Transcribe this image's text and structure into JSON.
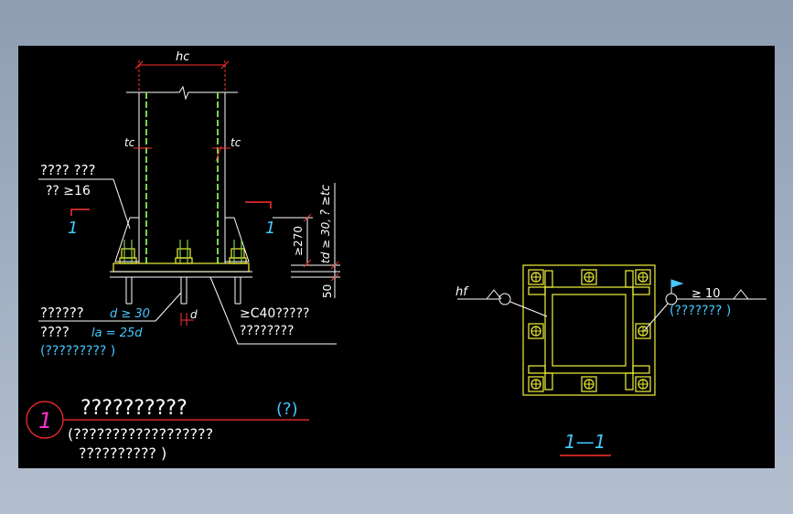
{
  "colors": {
    "background": "#000000",
    "frame": "#8e9db2",
    "white": "#ffffff",
    "cyan": "#46c8ff",
    "green": "#7cd34a",
    "yellow": "#f2f23a",
    "red": "#ff3030",
    "magenta": "#ff2fd0"
  },
  "column": {
    "width_label": "hc",
    "wall_left_label": "tc",
    "wall_right_label": "tc"
  },
  "section_marks": {
    "left": "1",
    "right": "1",
    "section_title": "1—1"
  },
  "labels": {
    "stiffener_title": "???? ???",
    "stiffener_spec": "?? ≥16",
    "bolt_title": "??????",
    "bolt_d": "d ≥ 30",
    "bolt_anchor_title": "????",
    "bolt_la": "la = 25d",
    "bolt_note": "(?????????   )",
    "bolt_dim": "d",
    "grout_title": "≥C40?????",
    "grout_sub": "????????",
    "dim_270": "≥270",
    "dim_td": "td ≥ 30,",
    "dim_tc": "? ≥tc",
    "dim_50": "50",
    "weld_left": "hf",
    "weld_right": "≥ 10",
    "weld_right_note": "(???????  )"
  },
  "title_block": {
    "number": "1",
    "title": "??????????",
    "title_tag": "(?)",
    "sub1": "(??????????????????",
    "sub2": "??????????   )"
  }
}
